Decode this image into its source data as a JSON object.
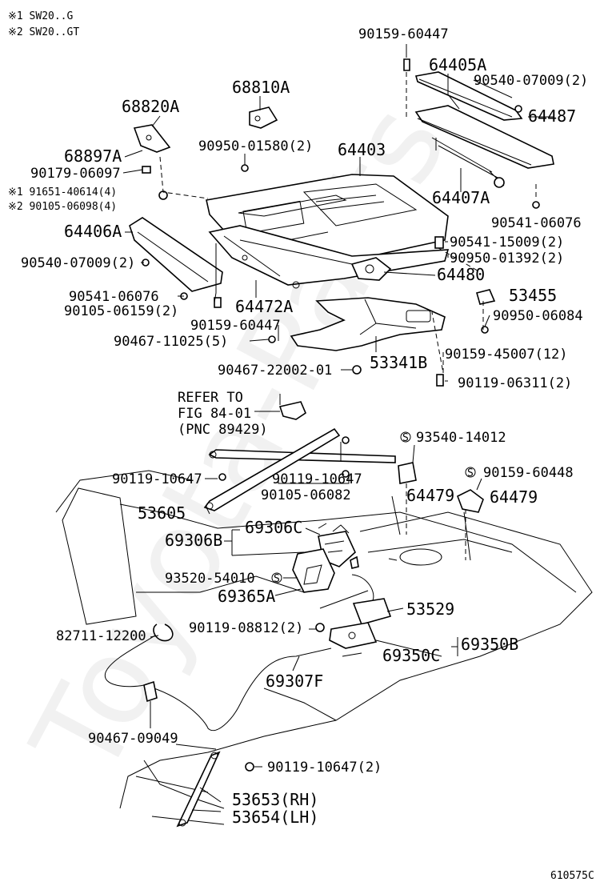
{
  "notes": [
    "※1 SW20..G",
    "※2 SW20..GT"
  ],
  "labels": {
    "l_90159_60447_top": "90159-60447",
    "l_64405A": "64405A",
    "l_90540_07009_2_r": "90540-07009(2)",
    "l_64487": "64487",
    "l_68810A": "68810A",
    "l_68820A": "68820A",
    "l_90950_01580": "90950-01580(2)",
    "l_64403": "64403",
    "l_68897A": "68897A",
    "l_90179_06097": "90179-06097",
    "l_91651": "※1 91651-40614(4)",
    "l_90105_06098": "※2 90105-06098(4)",
    "l_64407A": "64407A",
    "l_90541_06076_r": "90541-06076",
    "l_64406A": "64406A",
    "l_90541_15009": "90541-15009(2)",
    "l_90950_01392": "90950-01392(2)",
    "l_90540_07009_2_l": "90540-07009(2)",
    "l_64480": "64480",
    "l_90541_06076_l": "90541-06076",
    "l_53455": "53455",
    "l_90105_06159": "90105-06159(2)",
    "l_64472A": "64472A",
    "l_90950_06084": "90950-06084",
    "l_90159_60447_mid": "90159-60447",
    "l_90467_11025": "90467-11025(5)",
    "l_90159_45007": "90159-45007(12)",
    "l_90467_22002": "90467-22002-01",
    "l_53341B": "53341B",
    "l_90119_06311": "90119-06311(2)",
    "l_refer1": "REFER TO",
    "l_refer2": "FIG 84-01",
    "l_refer3": "(PNC 89429)",
    "l_93540_14012": "93540-14012",
    "l_90119_10647_l": "90119-10647",
    "l_90119_10647_r": "90119-10647",
    "l_90159_60448": "90159-60448",
    "l_90105_06082": "90105-06082",
    "l_64479_a": "64479",
    "l_64479_b": "64479",
    "l_53605": "53605",
    "l_69306C": "69306C",
    "l_69306B": "69306B",
    "l_93520_54010": "93520-54010",
    "l_69365A": "69365A",
    "l_53529": "53529",
    "l_82711_12200": "82711-12200",
    "l_90119_08812": "90119-08812(2)",
    "l_69350B": "69350B",
    "l_69350C": "69350C",
    "l_69307F": "69307F",
    "l_90467_09049": "90467-09049",
    "l_90119_10647_2": "90119-10647(2)",
    "l_53653": "53653(RH)",
    "l_53654": "53654(LH)",
    "figure_code": "610575C",
    "s_mark": "S"
  },
  "watermark": "Toyota-Parts"
}
